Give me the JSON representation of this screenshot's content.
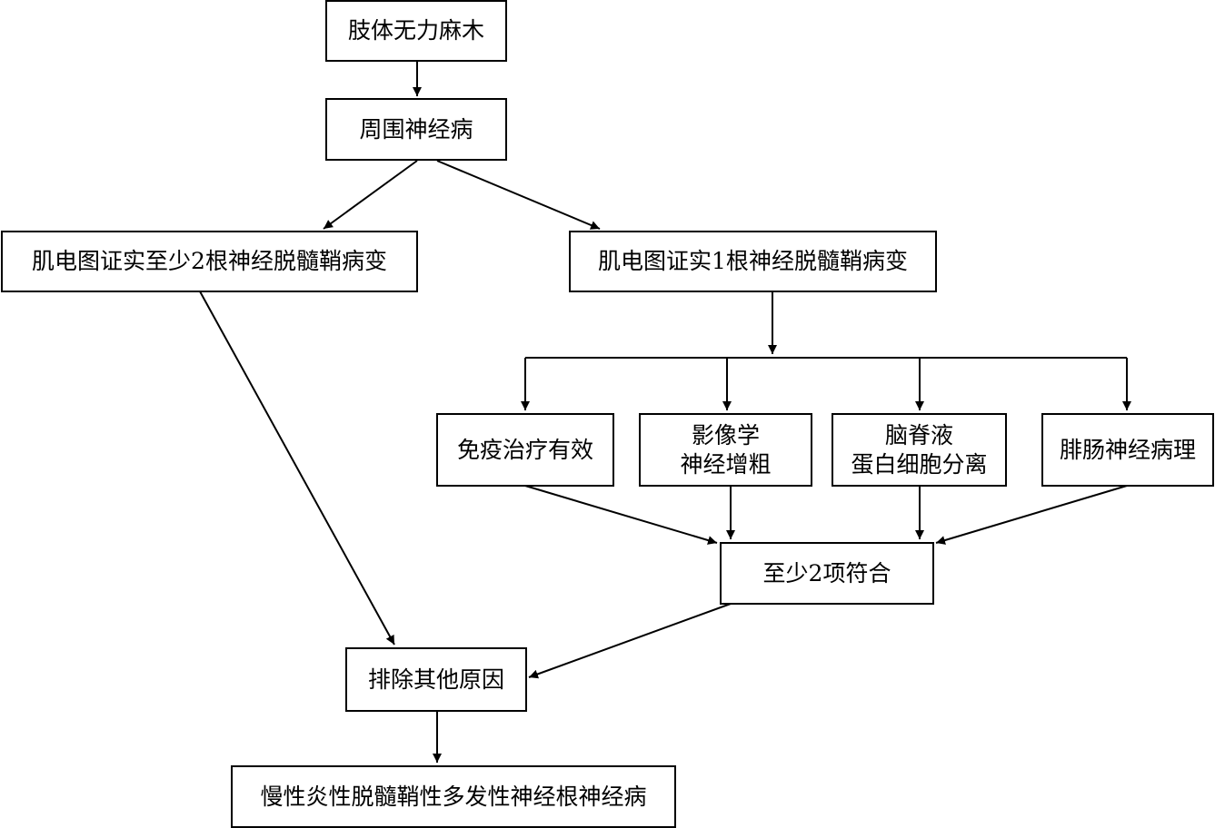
{
  "nodes": {
    "symptom": "肢体无力麻木",
    "peripheral": "周围神经病",
    "emg_two": "肌电图证实至少2根神经脱髓鞘病变",
    "emg_one": "肌电图证实1根神经脱髓鞘病变",
    "immuno": "免疫治疗有效",
    "imaging_line1": "影像学",
    "imaging_line2": "神经增粗",
    "csf_line1": "脑脊液",
    "csf_line2": "蛋白细胞分离",
    "sural": "腓肠神经病理",
    "at_least_two": "至少2项符合",
    "exclude": "排除其他原因",
    "diagnosis": "慢性炎性脱髓鞘性多发性神经根神经病"
  },
  "colors": {
    "line": "#000000",
    "box_border": "#000000",
    "background": "#ffffff"
  }
}
